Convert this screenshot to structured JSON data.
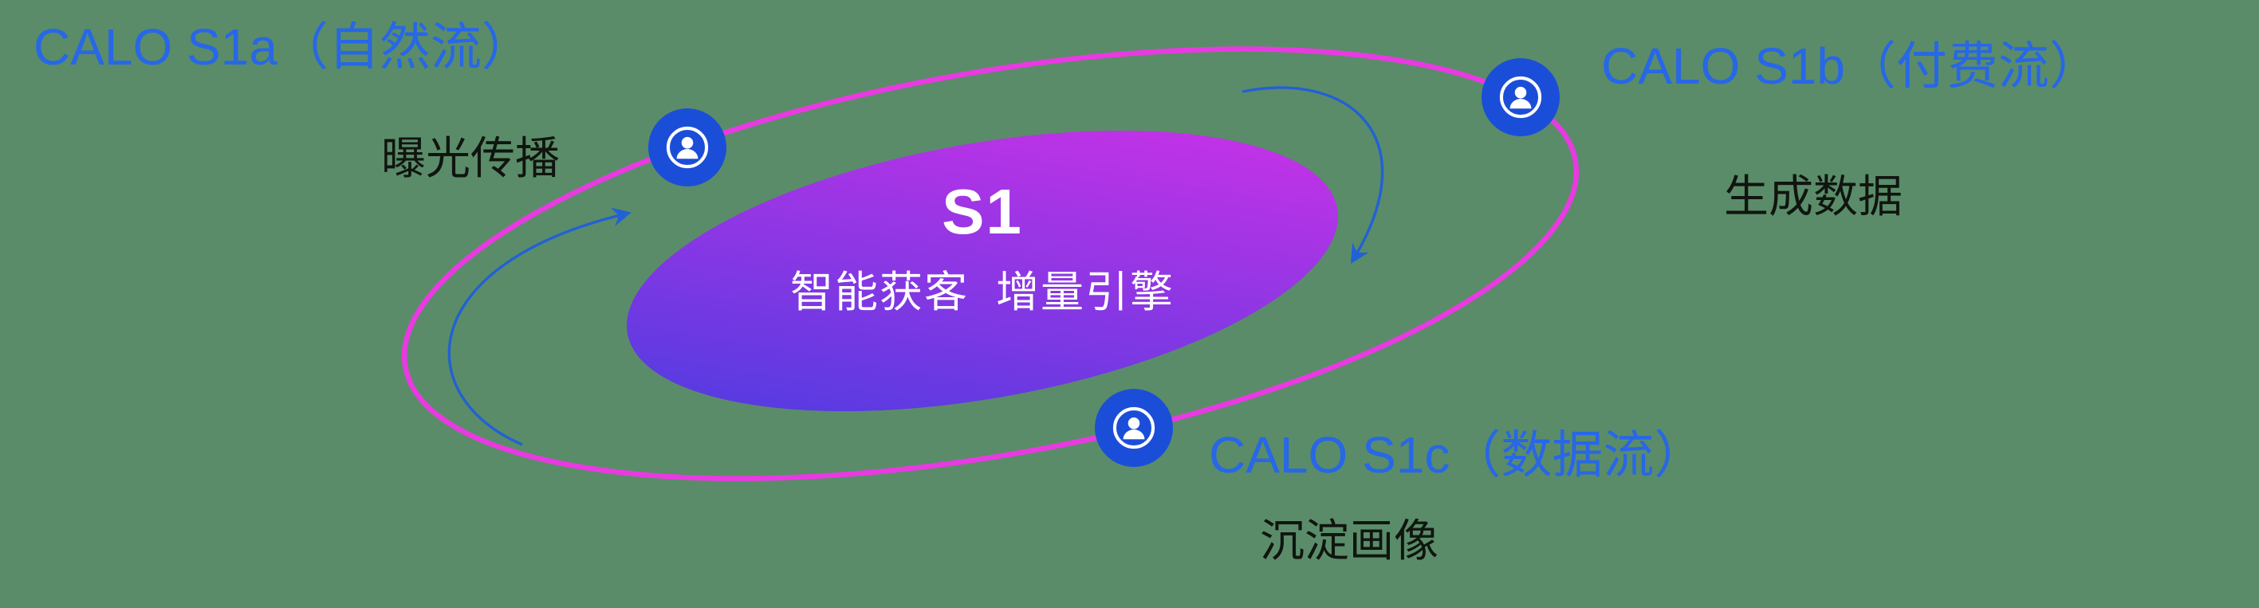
{
  "core": {
    "title": "S1",
    "subtitle": "智能获客  增量引擎"
  },
  "satellites": [
    {
      "title": "CALO S1a（自然流）",
      "subtitle": "曝光传播"
    },
    {
      "title": "CALO S1b（付费流）",
      "subtitle": "生成数据"
    },
    {
      "title": "CALO S1c（数据流）",
      "subtitle": "沉淀画像"
    }
  ],
  "icons": {
    "node_icon": "user-circle-icon"
  },
  "colors": {
    "canvas_bg": "#5a8c69",
    "label_blue": "#2767e8",
    "label_dark": "#10150f",
    "orbit_pink": "#e93ae2",
    "node_blue": "#1b4ed8",
    "arrow_blue": "#2161d6",
    "core_gradient_start": "#443ce0",
    "core_gradient_end": "#d631e8",
    "core_text": "#ffffff"
  }
}
